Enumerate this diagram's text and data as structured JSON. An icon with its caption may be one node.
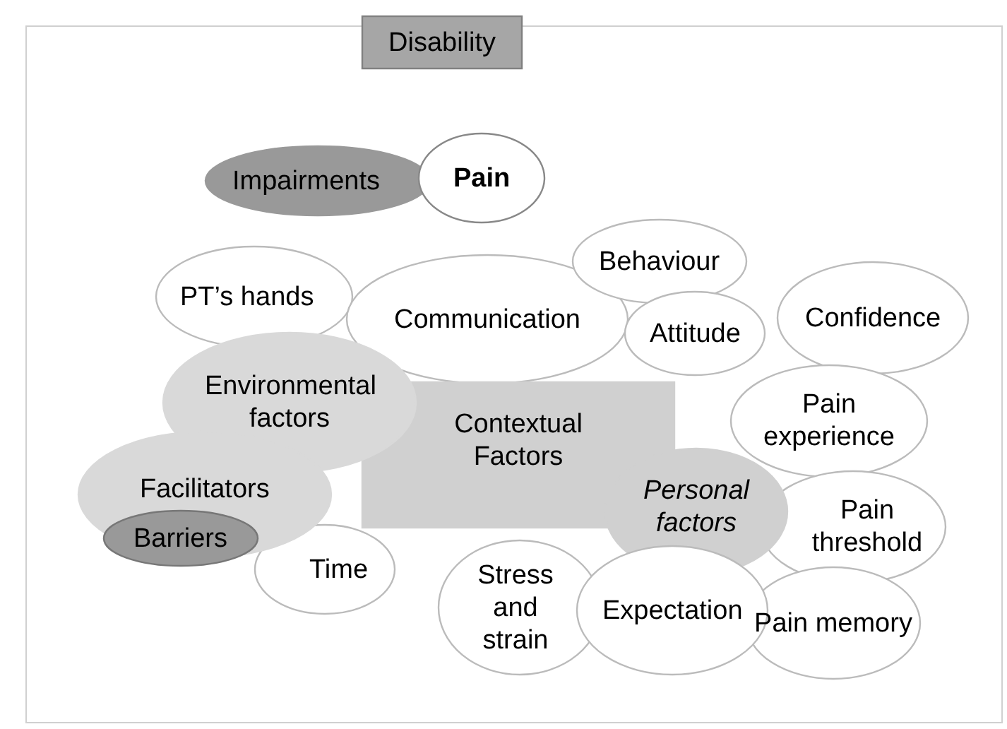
{
  "diagram": {
    "nodes": [
      {
        "text": [
          "Disability"
        ]
      },
      {
        "text": [
          "Impairments"
        ]
      },
      {
        "text": [
          "Pain"
        ]
      },
      {
        "text": [
          "PT’s hands"
        ]
      },
      {
        "text": [
          "Communication"
        ]
      },
      {
        "text": [
          "Behaviour"
        ]
      },
      {
        "text": [
          "Attitude"
        ]
      },
      {
        "text": [
          "Confidence"
        ]
      },
      {
        "text": [
          "Environmental factors"
        ]
      },
      {
        "text": [
          "Contextual Factors"
        ]
      },
      {
        "text": [
          "Pain experience"
        ]
      },
      {
        "text": [
          "Personal factors"
        ]
      },
      {
        "text": [
          "Facilitators"
        ]
      },
      {
        "text": [
          "Barriers"
        ]
      },
      {
        "text": [
          "Time"
        ]
      },
      {
        "text": [
          "Pain threshold"
        ]
      },
      {
        "text": [
          "Stress and strain"
        ]
      },
      {
        "text": [
          "Expectation"
        ]
      },
      {
        "text": [
          "Pain memory"
        ]
      }
    ]
  }
}
